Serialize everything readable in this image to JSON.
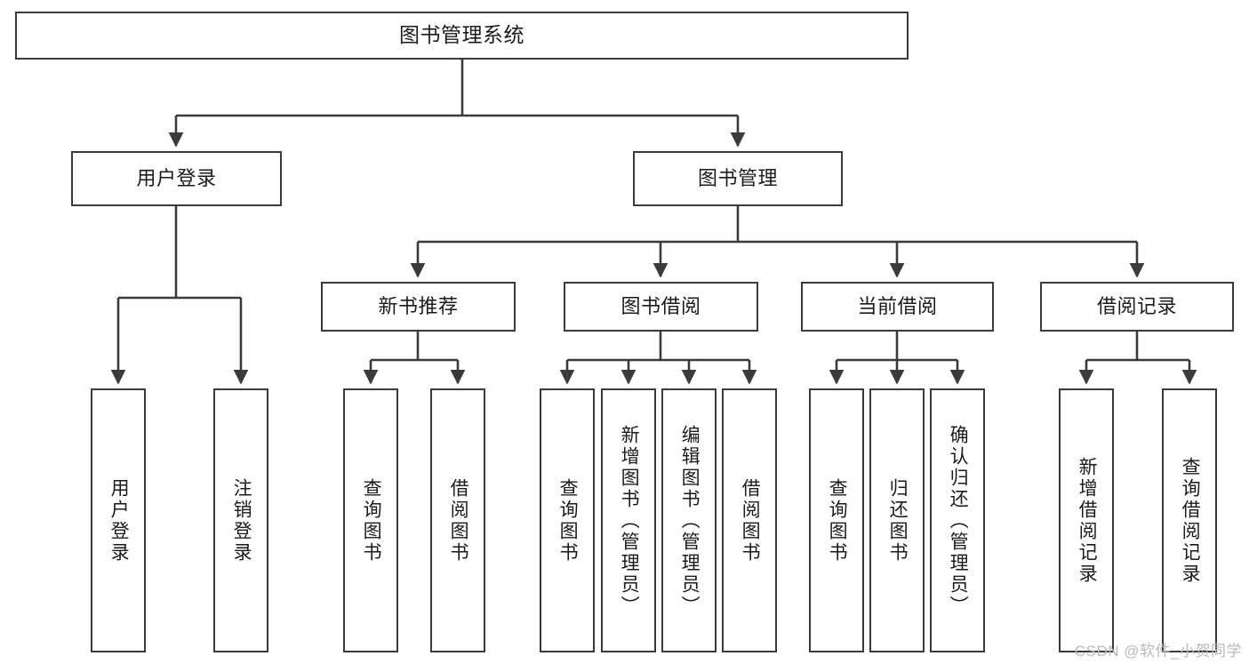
{
  "diagram": {
    "title": "图书管理系统",
    "type": "tree",
    "root": {
      "id": "root",
      "label": "图书管理系统"
    },
    "level2": [
      {
        "id": "user-login",
        "label": "用户登录"
      },
      {
        "id": "book-management",
        "label": "图书管理"
      }
    ],
    "level3": [
      {
        "id": "new-book-recommend",
        "label": "新书推荐"
      },
      {
        "id": "book-borrow",
        "label": "图书借阅"
      },
      {
        "id": "current-borrow",
        "label": "当前借阅"
      },
      {
        "id": "borrow-record",
        "label": "借阅记录"
      }
    ],
    "leaves": [
      {
        "id": "leaf-user-login",
        "label": "用户登录",
        "parent": "user-login"
      },
      {
        "id": "leaf-logout-login",
        "label": "注销登录",
        "parent": "user-login"
      },
      {
        "id": "leaf-query-book-1",
        "label": "查询图书",
        "parent": "new-book-recommend"
      },
      {
        "id": "leaf-borrow-book-1",
        "label": "借阅图书",
        "parent": "new-book-recommend"
      },
      {
        "id": "leaf-query-book-2",
        "label": "查询图书",
        "parent": "book-borrow"
      },
      {
        "id": "leaf-add-book",
        "label": "新增图书（管理员）",
        "parent": "book-borrow"
      },
      {
        "id": "leaf-edit-book",
        "label": "编辑图书（管理员）",
        "parent": "book-borrow"
      },
      {
        "id": "leaf-borrow-book-2",
        "label": "借阅图书",
        "parent": "book-borrow"
      },
      {
        "id": "leaf-query-book-3",
        "label": "查询图书",
        "parent": "current-borrow"
      },
      {
        "id": "leaf-return-book",
        "label": "归还图书",
        "parent": "current-borrow"
      },
      {
        "id": "leaf-confirm-return",
        "label": "确认归还（管理员）",
        "parent": "current-borrow"
      },
      {
        "id": "leaf-add-record",
        "label": "新增借阅记录",
        "parent": "borrow-record"
      },
      {
        "id": "leaf-query-record",
        "label": "查询借阅记录",
        "parent": "borrow-record"
      }
    ]
  },
  "watermark": {
    "text": "CSDN @软件_小贺同学"
  },
  "colors": {
    "stroke": "#3b3b3b",
    "text": "#1b1b1b",
    "background": "#ffffff",
    "watermark": "#b9b9b9"
  }
}
